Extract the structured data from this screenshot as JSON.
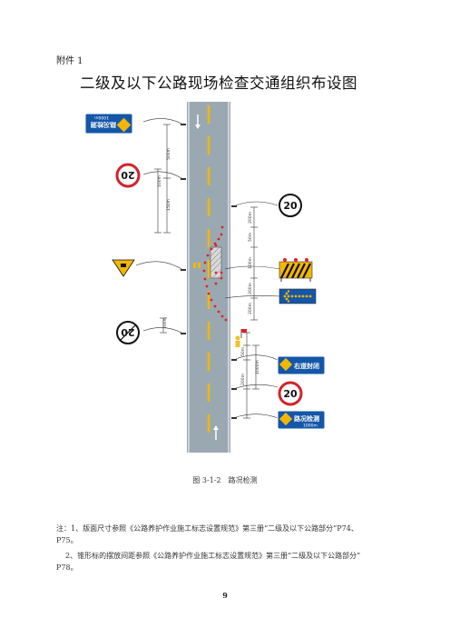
{
  "attachment_label": "附件 1",
  "title": "二级及以下公路现场检查交通组织布设图",
  "signs": {
    "inspection_text": "路况检测",
    "inspection_distance": "1000m",
    "speed_limit": "20",
    "lane_closed_text": "右道封闭"
  },
  "distances": {
    "d1": "500m",
    "d2": "100m",
    "d3": "150m",
    "d4": "100m",
    "d5": "200m",
    "d6": "50m",
    "d7": "100m",
    "d8": "200m",
    "d9": "200m",
    "d10": "1000m",
    "d11": "50m",
    "d12": "200m"
  },
  "caption": "图 3-1-2　路况检测",
  "notes": {
    "note1_line1": "注：1、版面尺寸参照《公路养护作业施工标志设置规范》第三册“二级及以下公路部分”P74、",
    "note1_line2": "P75。",
    "note2_line1": "2、锥形标的摆放间距参照《公路养护作业施工标志设置规范》第三册“二级及以下公路部分”",
    "note2_line2": "P78。"
  },
  "page_number": "9",
  "colors": {
    "road": "#9aa9b1",
    "center_line": "#f2b705",
    "sign_blue": "#1456a8",
    "sign_red": "#d1232a",
    "cone_red": "#e0202c"
  }
}
